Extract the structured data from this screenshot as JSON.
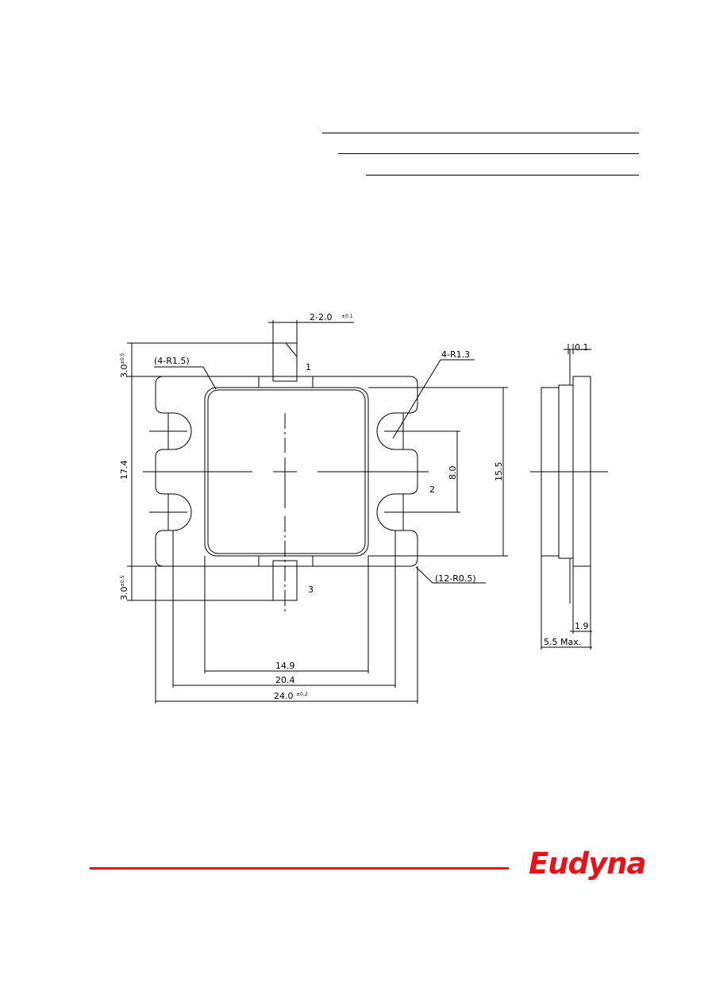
{
  "logo": {
    "text": "Eudyna",
    "color": "#e8121a"
  },
  "drawing": {
    "callouts": {
      "pin1": "1",
      "pin2": "2",
      "pin3": "3",
      "lead_width": "2-2.0",
      "lead_width_tol": "±0.1",
      "corner_radius_body": "(4-R1.5)",
      "slot_radius": "4-R1.3",
      "outer_radius": "(12-R0.5)"
    },
    "dimensions": {
      "lead_len_top": "3.0",
      "lead_len_top_tol": "±0.5",
      "lead_len_bottom": "3.0",
      "lead_len_bottom_tol": "±0.5",
      "height_flange": "17.4",
      "slot_pitch": "8.0",
      "height_body": "15.5",
      "width_body": "14.9",
      "width_slots": "20.4",
      "width_total": "24.0",
      "width_total_tol": "±0.2",
      "lead_thickness": "0.1",
      "flange_thickness": "1.9",
      "total_height": "5.5 Max."
    }
  }
}
